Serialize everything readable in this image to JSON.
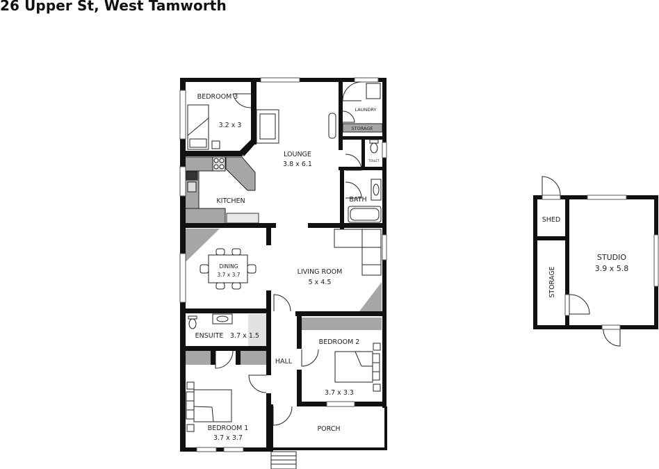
{
  "title": "26 Upper St, West Tamworth",
  "colors": {
    "wall": "#111111",
    "fixture_fill": "#a6a6a6",
    "light_fill": "#e2e2e2",
    "background": "#ffffff"
  },
  "house": {
    "rooms": [
      {
        "name": "BEDROOM 3",
        "size": "3.2 x 3"
      },
      {
        "name": "LOUNGE",
        "size": "3.8 x 6.1"
      },
      {
        "name": "LAUNDRY",
        "size": ""
      },
      {
        "name": "STORAGE",
        "size": ""
      },
      {
        "name": "TOILET",
        "size": ""
      },
      {
        "name": "BATH",
        "size": ""
      },
      {
        "name": "KITCHEN",
        "size": ""
      },
      {
        "name": "DINING",
        "size": "3.7 x 3.7"
      },
      {
        "name": "LIVING ROOM",
        "size": "5 x 4.5"
      },
      {
        "name": "ENSUITE",
        "size": "3.7 x 1.5"
      },
      {
        "name": "HALL",
        "size": ""
      },
      {
        "name": "BEDROOM 2",
        "size": "3.7 x 3.3"
      },
      {
        "name": "BEDROOM 1",
        "size": "3.7 x 3.7"
      },
      {
        "name": "PORCH",
        "size": ""
      }
    ]
  },
  "outbuilding": {
    "rooms": [
      {
        "name": "SHED",
        "size": ""
      },
      {
        "name": "STORAGE",
        "size": ""
      },
      {
        "name": "STUDIO",
        "size": "3.9 x 5.8"
      }
    ]
  }
}
